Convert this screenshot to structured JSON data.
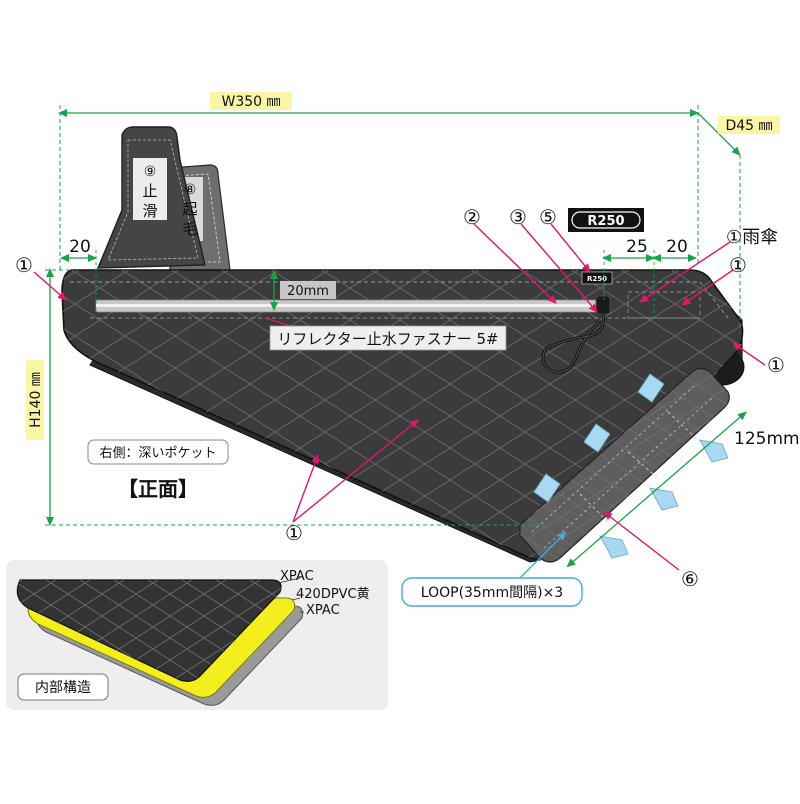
{
  "dimensions": {
    "width": "W350 ㎜",
    "depth": "D45 ㎜",
    "height": "H140 ㎜",
    "left_margin": "20",
    "right_25": "25",
    "right_20": "20",
    "zipper_height": "20mm",
    "loop_length": "125mm"
  },
  "callouts": {
    "c1": "①",
    "c1_rain": "①雨傘",
    "c2": "②",
    "c3": "③",
    "c5": "⑤",
    "c6": "⑥"
  },
  "tabs": {
    "tab9_num": "⑨",
    "tab9_line1": "止",
    "tab9_line2": "滑",
    "tab8_num": "⑧",
    "tab8_line1": "起",
    "tab8_line2": "毛"
  },
  "labels": {
    "zipper": "リフレクター止水ファスナー 5#",
    "right_pocket": "右側：深いポケット",
    "front": "【正面】",
    "loop": "LOOP(35mm間隔)×3",
    "inner_structure": "内部構造",
    "layer1": "XPAC",
    "layer2": "420DPVC黄",
    "layer3": "XPAC"
  },
  "brand": "R250",
  "colors": {
    "bag_body": "#3b3b3b",
    "dimension_green": "#1aa34a",
    "arrow_pink": "#e0166e",
    "loop_blue": "#4aa8d8",
    "inner_yellow": "#f4ee1e",
    "label_yellow": "#fbf5a6"
  }
}
